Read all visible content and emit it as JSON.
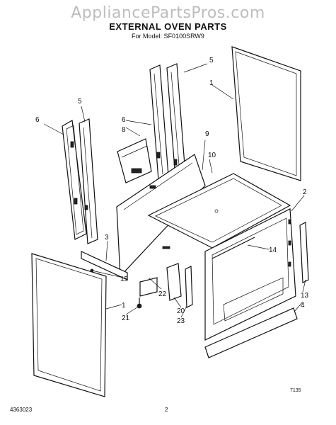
{
  "watermark": "AppliancePartsPros.com",
  "title": "EXTERNAL OVEN PARTS",
  "subtitle": "For Model: SF0100SRW9",
  "part_numbers": [
    "5",
    "1",
    "6",
    "8",
    "5",
    "6",
    "9",
    "10",
    "2",
    "3",
    "14",
    "15",
    "1",
    "21",
    "22",
    "20",
    "23",
    "13",
    "4"
  ],
  "figure_code": "7135",
  "doc_number": "4363023",
  "page_number": "2"
}
